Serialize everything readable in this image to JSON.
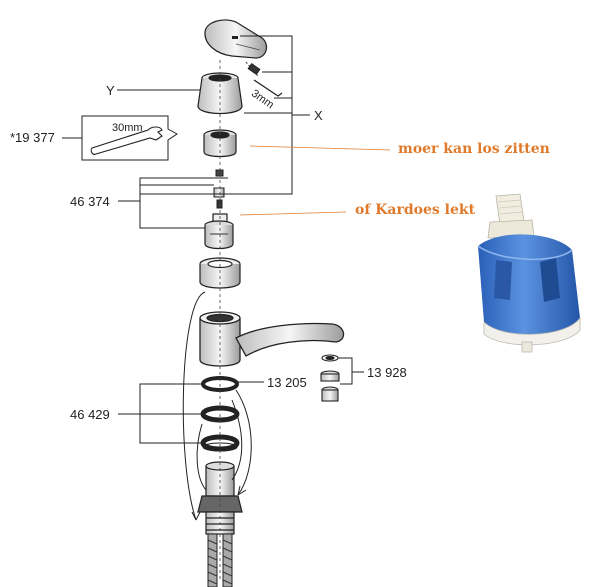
{
  "labels": {
    "y": "Y",
    "x": "X",
    "wrench_part": "*19 377",
    "wrench_size": "30mm",
    "hex_key": "3mm",
    "cartridge_set": "46 374",
    "o_ring": "13 205",
    "aerator": "13 928",
    "seal_set": "46 429"
  },
  "annotations": {
    "nut": "moer kan los zitten",
    "cartridge": "of Kardoes lekt"
  },
  "colors": {
    "annotation": "#e07a2a",
    "line": "#222222",
    "cartridge_blue": "#3a73c9"
  }
}
